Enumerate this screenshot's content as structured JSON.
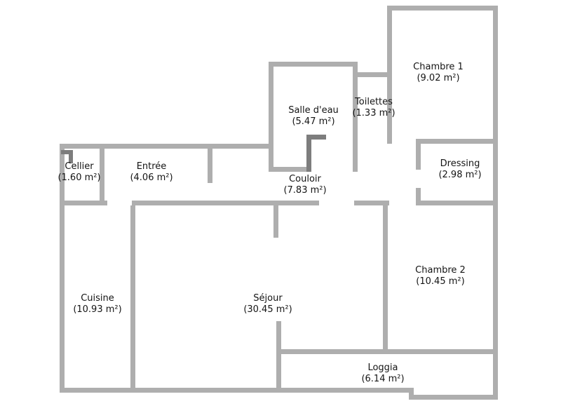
{
  "plan": {
    "background_color": "#ffffff",
    "wall_color": "#aeaeae",
    "accent_wall_color": "#7d7d7d",
    "text_color": "#141414"
  },
  "rooms": [
    {
      "id": "chambre1",
      "name": "Chambre 1",
      "area": "(9.02 m²)"
    },
    {
      "id": "salledeau",
      "name": "Salle d'eau",
      "area": "(5.47 m²)"
    },
    {
      "id": "toilettes",
      "name": "Toilettes",
      "area": "(1.33 m²)"
    },
    {
      "id": "dressing",
      "name": "Dressing",
      "area": "(2.98 m²)"
    },
    {
      "id": "cellier",
      "name": "Cellier",
      "area": "(1.60 m²)"
    },
    {
      "id": "entree",
      "name": "Entrée",
      "area": "(4.06 m²)"
    },
    {
      "id": "couloir",
      "name": "Couloir",
      "area": "(7.83 m²)"
    },
    {
      "id": "cuisine",
      "name": "Cuisine",
      "area": "(10.93 m²)"
    },
    {
      "id": "sejour",
      "name": "Séjour",
      "area": "(30.45 m²)"
    },
    {
      "id": "chambre2",
      "name": "Chambre 2",
      "area": "(10.45 m²)"
    },
    {
      "id": "loggia",
      "name": "Loggia",
      "area": "(6.14 m²)"
    }
  ]
}
